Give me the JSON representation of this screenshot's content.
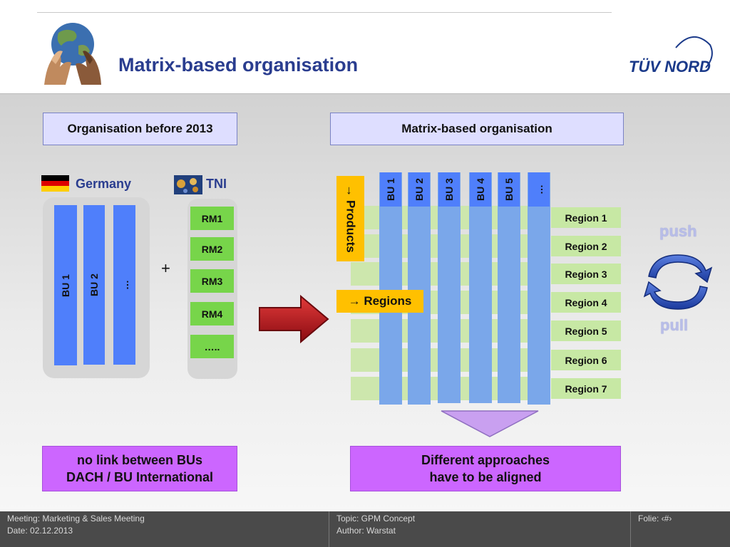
{
  "header": {
    "title": "Matrix-based organisation",
    "logo_text": "TÜV NORD"
  },
  "left": {
    "heading": "Organisation before 2013",
    "germany_label": "Germany",
    "tni_label": "TNI",
    "bu_bars": [
      "BU 1",
      "BU 2",
      "…"
    ],
    "plus": "+",
    "rm_items": [
      "RM1",
      "RM2",
      "RM3",
      "RM4",
      "….."
    ],
    "note_line1": "no link between BUs",
    "note_line2": "DACH / BU International"
  },
  "right": {
    "heading": "Matrix-based organisation",
    "bu_columns": [
      "BU 1",
      "BU 2",
      "BU 3",
      "BU 4",
      "BU 5",
      "…"
    ],
    "products_label": "→ Products",
    "regions_label": "→ Regions",
    "regions": [
      "Region 1",
      "Region 2",
      "Region 3",
      "Region 4",
      "Region 5",
      "Region 6",
      "Region 7"
    ],
    "note_line1": "Different approaches",
    "note_line2": "have to be aligned"
  },
  "cycle": {
    "push": "push",
    "pull": "pull"
  },
  "footer": {
    "meeting": "Meeting: Marketing & Sales Meeting",
    "date": "Date: 02.12.2013",
    "topic": "Topic: GPM Concept",
    "author": "Author: Warstat",
    "folie": "Folie: ‹#›"
  },
  "colors": {
    "title": "#2a3d8f",
    "bu_blue": "#4f7ffb",
    "rm_green": "#77d54a",
    "purple": "#cc66ff",
    "header_box": "#dedeff",
    "arrow_red": "#b5121b",
    "orange": "#ffc000"
  }
}
